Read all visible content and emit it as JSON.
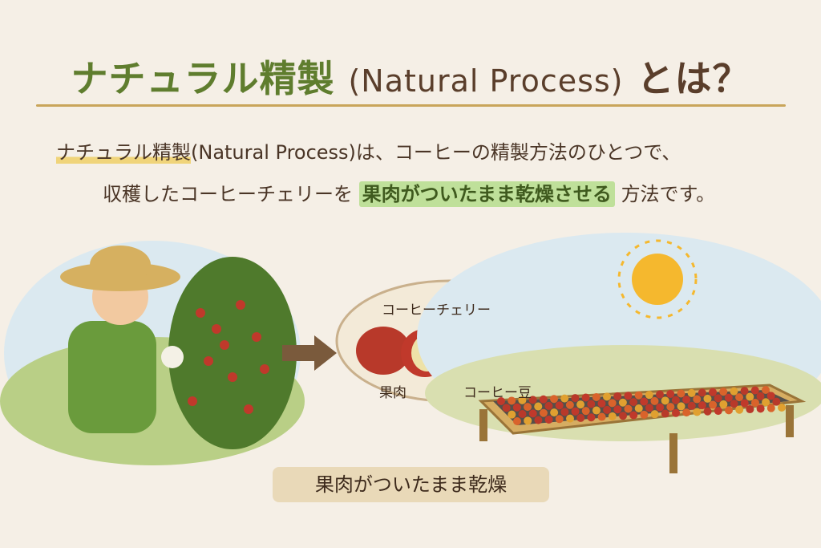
{
  "title": {
    "jp": "ナチュラル精製",
    "en": "(Natural Process)",
    "suffix": "とは？"
  },
  "description": {
    "term": "ナチュラル精製",
    "line1_rest": "(Natural Process)は、コーヒーの精製方法のひとつで、",
    "line2_pre": "収穫したコーヒーチェリーを",
    "line2_highlight": "果肉がついたまま乾燥させる",
    "line2_post": "方法です。"
  },
  "diagram": {
    "cherry_label": "コーヒーチェリー",
    "pulp_label": "果肉",
    "bean_label": "コーヒー豆",
    "caption": "果肉がついたまま乾燥"
  },
  "colors": {
    "title_green": "#5f7d2e",
    "highlight": "#bfe09a",
    "cherry_red": "#c0392b",
    "background": "#f5efe6"
  }
}
